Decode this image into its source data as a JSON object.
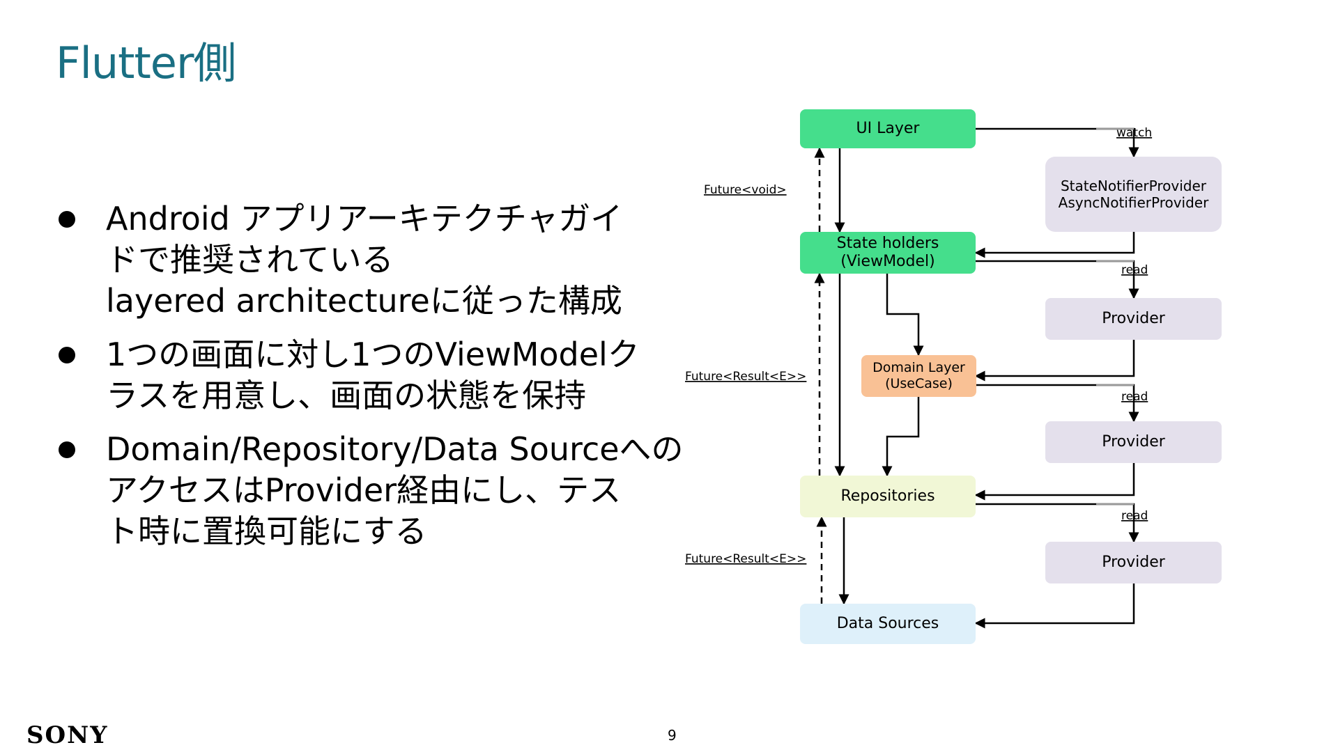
{
  "slide": {
    "title": "Flutter側",
    "bullets": [
      {
        "lines": [
          "Android アプリアーキテクチャガイ",
          "ドで推奨されている",
          "layered architectureに従った構成"
        ]
      },
      {
        "lines": [
          "1つの画面に対し1つのViewModelク",
          "ラスを用意し、画面の状態を保持"
        ]
      },
      {
        "lines": [
          "Domain/Repository/Data Sourceへの",
          "アクセスはProvider経由にし、テス",
          "ト時に置換可能にする"
        ]
      }
    ],
    "logo": "SONY",
    "page_number": "9"
  },
  "diagram": {
    "nodes": {
      "ui_layer": {
        "lines": [
          "UI Layer"
        ],
        "color": "#45de8c"
      },
      "state_holders": {
        "lines": [
          "State holders",
          "(ViewModel)"
        ],
        "color": "#45de8c"
      },
      "domain_layer": {
        "lines": [
          "Domain Layer",
          "(UseCase)"
        ],
        "color": "#f9c195"
      },
      "repositories": {
        "lines": [
          "Repositories"
        ],
        "color": "#f1f7d6"
      },
      "data_sources": {
        "lines": [
          "Data Sources"
        ],
        "color": "#def0fa"
      },
      "state_notifier_provider": {
        "lines": [
          "StateNotifierProvider",
          "AsyncNotifierProvider"
        ],
        "color": "#e4e0ec"
      },
      "provider_1": {
        "lines": [
          "Provider"
        ],
        "color": "#e4e0ec"
      },
      "provider_2": {
        "lines": [
          "Provider"
        ],
        "color": "#e4e0ec"
      },
      "provider_3": {
        "lines": [
          "Provider"
        ],
        "color": "#e4e0ec"
      }
    },
    "edge_labels": {
      "future_void": "Future<void>",
      "future_result_1": "Future<Result<E>>",
      "future_result_2": "Future<Result<E>>",
      "watch": "watch",
      "read_1": "read",
      "read_2": "read",
      "read_3": "read"
    }
  }
}
